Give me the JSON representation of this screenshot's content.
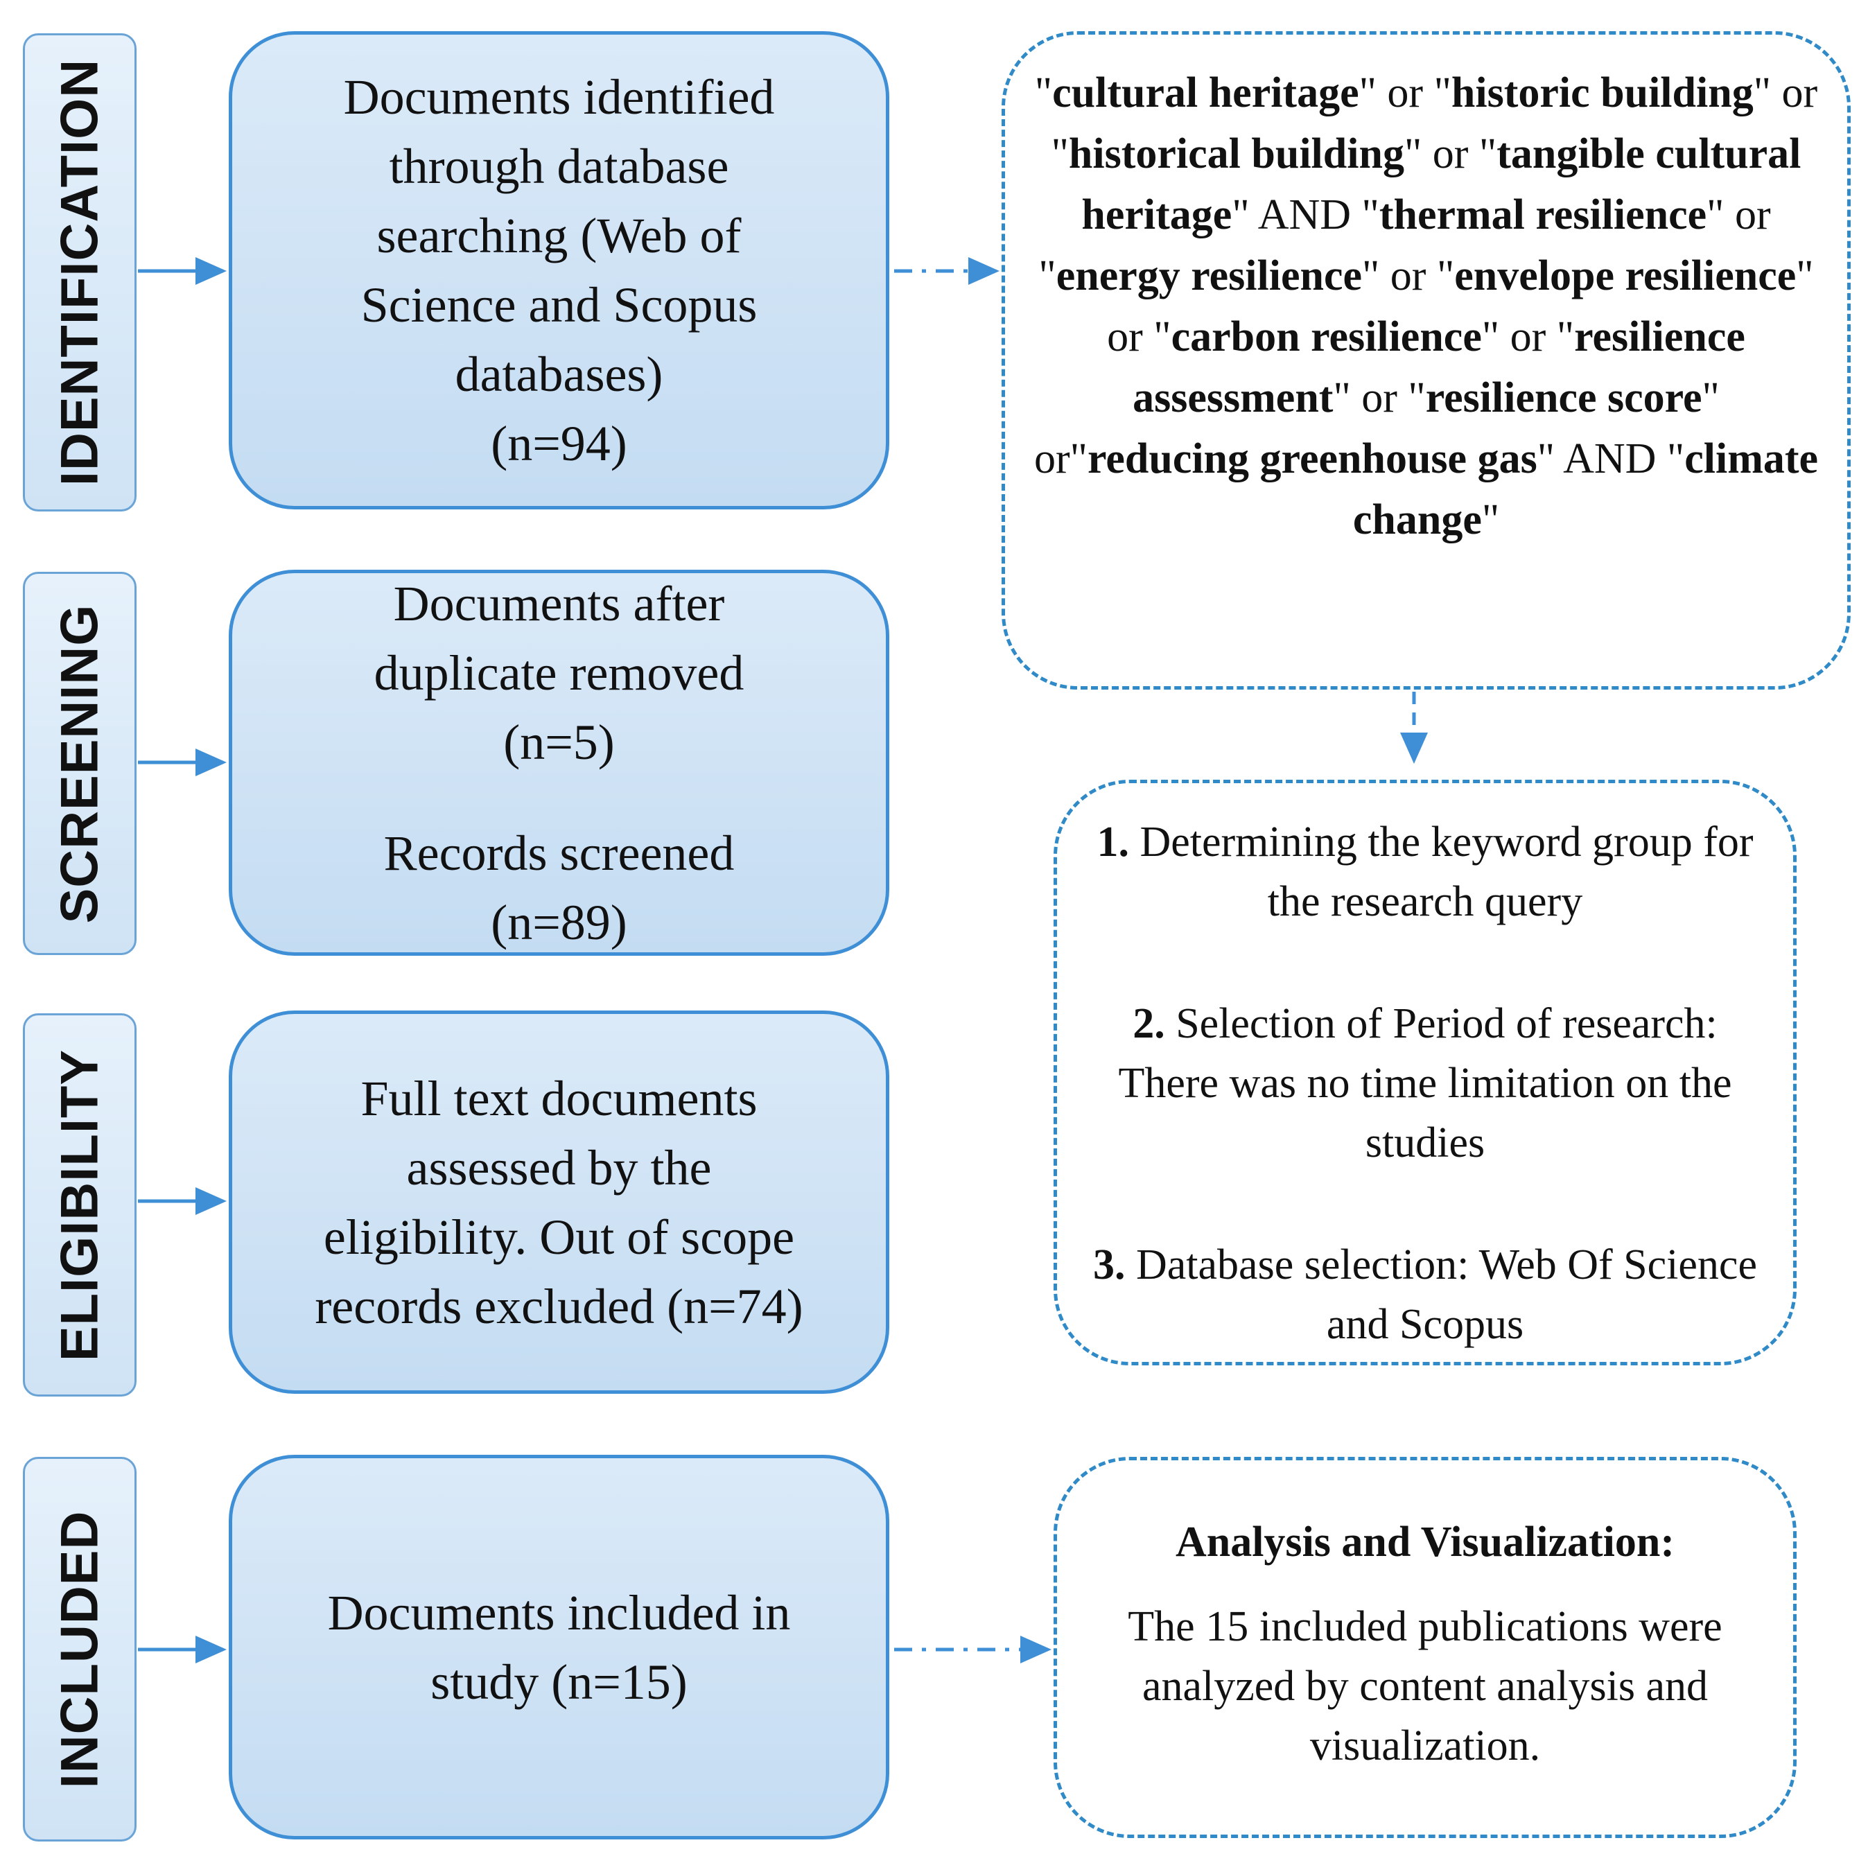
{
  "stages": [
    {
      "label": "IDENTIFICATION"
    },
    {
      "label": "SCREENING"
    },
    {
      "label": "ELIGIBILITY"
    },
    {
      "label": "INCLUDED"
    }
  ],
  "boxes": {
    "identification": {
      "lines": [
        "Documents identified",
        "through database",
        "searching (Web of",
        "Science and Scopus",
        "databases)",
        "(n=94)"
      ]
    },
    "screening": {
      "dup_lines": [
        "Documents after",
        "duplicate removed",
        "(n=5)"
      ],
      "screened_lines": [
        "Records screened",
        "(n=89)"
      ]
    },
    "eligibility": {
      "lines": [
        "Full text documents",
        "assessed by the",
        "eligibility. Out of scope",
        "records excluded (n=74)"
      ]
    },
    "included": {
      "lines": [
        "Documents included in",
        "study (n=15)"
      ]
    }
  },
  "query": {
    "segments": [
      {
        "t": "\"",
        "b": false
      },
      {
        "t": "cultural heritage",
        "b": true
      },
      {
        "t": "\" or \"",
        "b": false
      },
      {
        "t": "historic building",
        "b": true
      },
      {
        "t": "\" or \"",
        "b": false
      },
      {
        "t": "historical building",
        "b": true
      },
      {
        "t": "\" or \"",
        "b": false
      },
      {
        "t": "tangible cultural heritage",
        "b": true
      },
      {
        "t": "\" AND \"",
        "b": false
      },
      {
        "t": "thermal resilience",
        "b": true
      },
      {
        "t": "\" or \"",
        "b": false
      },
      {
        "t": "energy resilience",
        "b": true
      },
      {
        "t": "\" or \"",
        "b": false
      },
      {
        "t": "envelope resilience",
        "b": true
      },
      {
        "t": "\" or \"",
        "b": false
      },
      {
        "t": "carbon resilience",
        "b": true
      },
      {
        "t": "\" or \"",
        "b": false
      },
      {
        "t": "resilience assessment",
        "b": true
      },
      {
        "t": "\" or \"",
        "b": false
      },
      {
        "t": "resilience score",
        "b": true
      },
      {
        "t": "\" or\"",
        "b": false
      },
      {
        "t": "reducing greenhouse gas",
        "b": true
      },
      {
        "t": "\" AND \"",
        "b": false
      },
      {
        "t": "climate change",
        "b": true
      },
      {
        "t": "\"",
        "b": false
      }
    ]
  },
  "steps": [
    {
      "num": "1.",
      "text": " Determining the keyword group for the research query"
    },
    {
      "num": "2.",
      "text": " Selection of Period of research: There was no time limitation on the studies"
    },
    {
      "num": "3.",
      "text": " Database selection: Web Of Science and Scopus"
    }
  ],
  "analysis": {
    "heading": "Analysis and Visualization:",
    "text": "The 15 included publications were analyzed by content analysis and visualization."
  },
  "colors": {
    "arrow": "#3f8fd6",
    "dashed": "#2f8ac7",
    "box_fill": "#cfe3f5"
  }
}
